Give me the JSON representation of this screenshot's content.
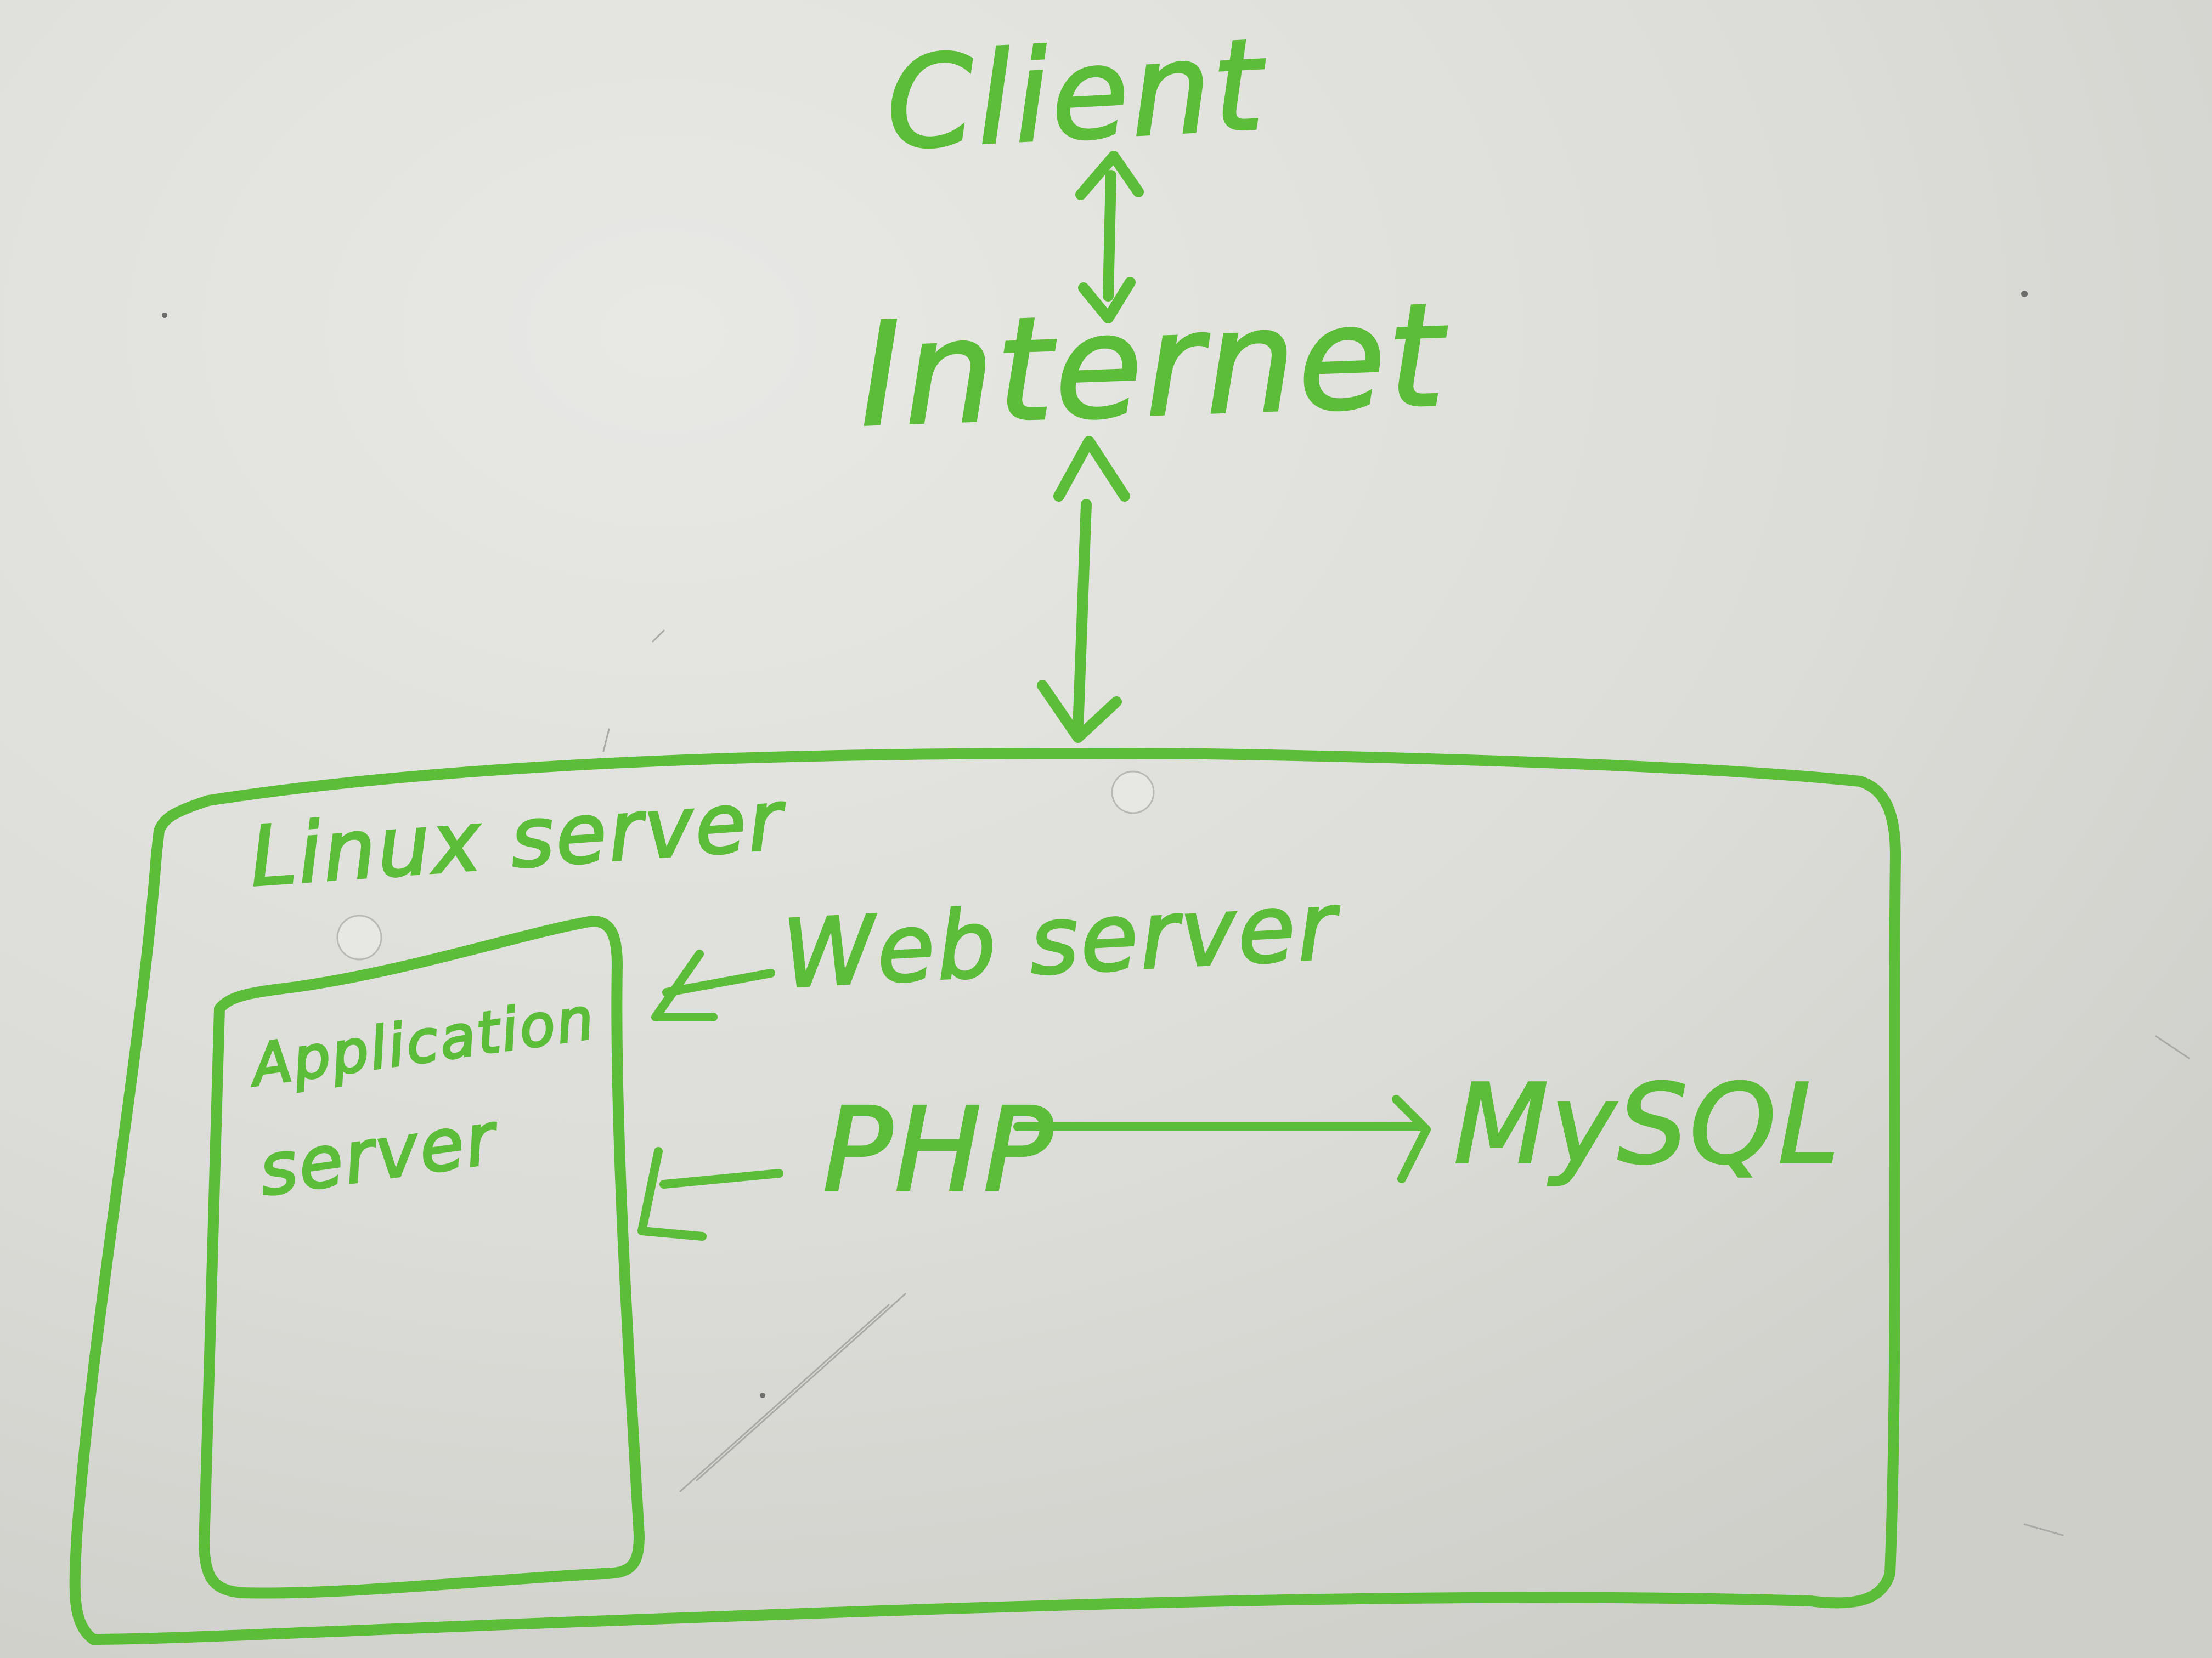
{
  "diagram": {
    "nodes": {
      "client": "Client",
      "internet": "Internet",
      "linux_server": "Linux server",
      "web_server": "Web server",
      "application_server_line1": "Application",
      "application_server_line2": "server",
      "php": "PHP",
      "mysql": "MySQL"
    },
    "edges": [
      {
        "from": "Client",
        "to": "Internet",
        "arrow": "bidirectional"
      },
      {
        "from": "Internet",
        "to": "Linux server",
        "arrow": "bidirectional"
      },
      {
        "from": "Web server",
        "to": "Application server",
        "arrow": "to"
      },
      {
        "from": "PHP",
        "to": "Application server",
        "arrow": "to"
      },
      {
        "from": "PHP",
        "to": "MySQL",
        "arrow": "to"
      }
    ],
    "colors": {
      "ink": "#5cbd38",
      "board": "#dcdcd8"
    }
  }
}
